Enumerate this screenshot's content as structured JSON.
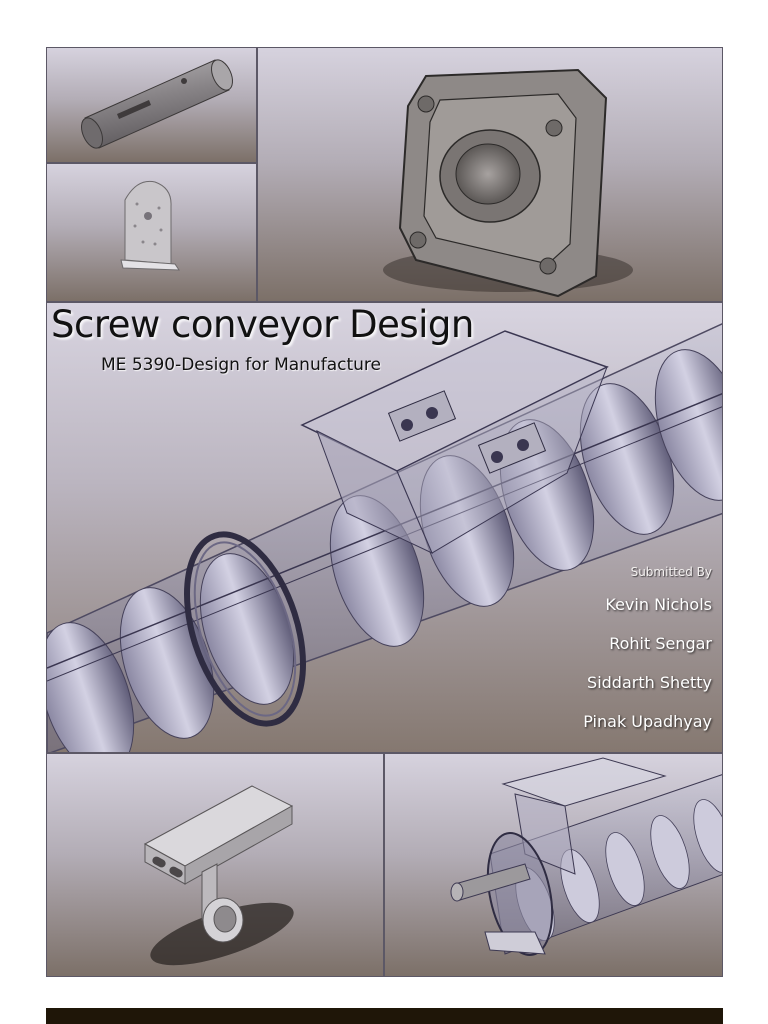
{
  "cover": {
    "title": "Screw conveyor Design",
    "subtitle": "ME 5390-Design for Manufacture",
    "submitted_label": "Submitted By",
    "authors": [
      "Kevin Nichols",
      "Rohit Sengar",
      "Siddarth Shetty",
      "Pinak Upadhyay"
    ]
  },
  "colors": {
    "panel_top": "#d6d2de",
    "panel_bottom": "#7c7068",
    "footer_bar": "#1f1608",
    "part_gray": "#8f8a88"
  }
}
